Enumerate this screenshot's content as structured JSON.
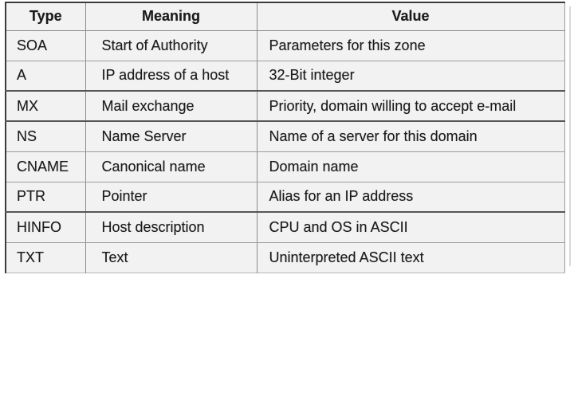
{
  "table": {
    "headers": [
      "Type",
      "Meaning",
      "Value"
    ],
    "rows": [
      {
        "type": "SOA",
        "meaning": "Start of Authority",
        "value": "Parameters for this zone"
      },
      {
        "type": "A",
        "meaning": "IP address of a host",
        "value": "32-Bit integer"
      },
      {
        "type": "MX",
        "meaning": "Mail exchange",
        "value": "Priority, domain willing to accept e-mail"
      },
      {
        "type": "NS",
        "meaning": "Name Server",
        "value": "Name of a server for this domain"
      },
      {
        "type": "CNAME",
        "meaning": "Canonical name",
        "value": "Domain name"
      },
      {
        "type": "PTR",
        "meaning": "Pointer",
        "value": "Alias for an IP address"
      },
      {
        "type": "HINFO",
        "meaning": "Host description",
        "value": "CPU and OS in ASCII"
      },
      {
        "type": "TXT",
        "meaning": "Text",
        "value": "Uninterpreted ASCII text"
      }
    ]
  },
  "colors": {
    "table_background": "#f2f2f3",
    "page_background": "#ffffff",
    "text": "#1b1b1b",
    "border_dark": "#3c3c3c",
    "border_light": "#9c9c9c"
  }
}
